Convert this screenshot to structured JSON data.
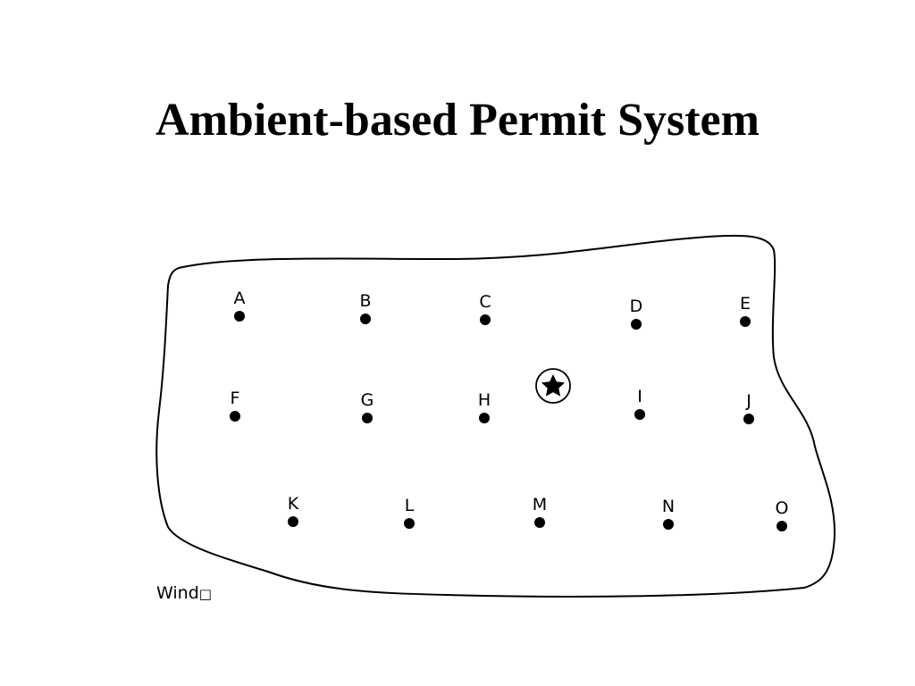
{
  "title": "Ambient-based Permit System",
  "wind_label": "Wind",
  "wind_glyph": "□",
  "colors": {
    "ink": "#000000",
    "background": "#ffffff"
  },
  "sources": [
    {
      "label": "A"
    },
    {
      "label": "B"
    },
    {
      "label": "C"
    },
    {
      "label": "D"
    },
    {
      "label": "E"
    },
    {
      "label": "F"
    },
    {
      "label": "G"
    },
    {
      "label": "H"
    },
    {
      "label": "I"
    },
    {
      "label": "J"
    },
    {
      "label": "K"
    },
    {
      "label": "L"
    },
    {
      "label": "M"
    },
    {
      "label": "N"
    },
    {
      "label": "O"
    }
  ],
  "receptor_icon": "star-in-circle-icon"
}
